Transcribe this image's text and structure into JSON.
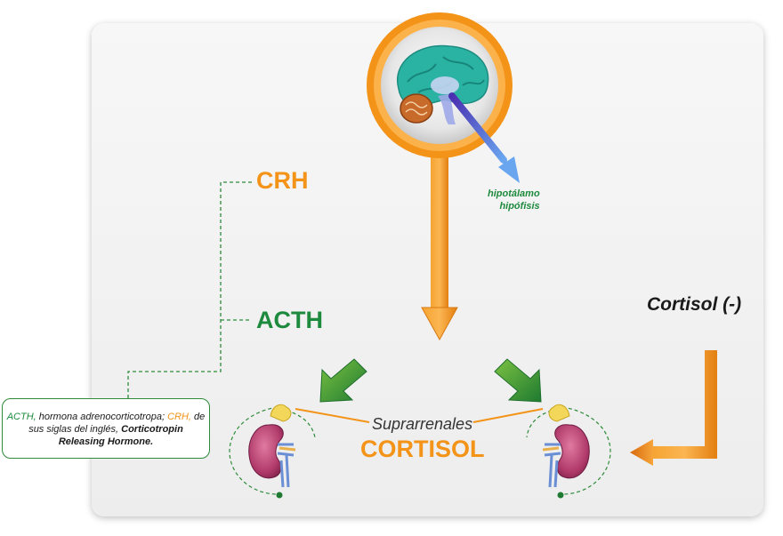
{
  "labels": {
    "crh": "CRH",
    "acth": "ACTH",
    "cortisol_feedback": "Cortisol (-)",
    "hipotalamo": "hipotálamo",
    "hipofisis": "hipófisis",
    "suprarrenales": "Suprarrenales",
    "cortisol": "CORTISOL"
  },
  "note": {
    "acth": "ACTH,",
    "acth_desc": " hormona adrenocorticotropa; ",
    "crh": "CRH,",
    "line2": " de sus siglas del inglés, ",
    "line3": "Corticotropin Releasing Hormone."
  },
  "colors": {
    "orange": "#f39318",
    "green": "#1d8a3d",
    "blue_arrow": "#5b6ee0",
    "kidney": "#b03a6a"
  },
  "icons": [
    "brain-icon",
    "kidney-icon",
    "adrenal-gland-icon"
  ]
}
